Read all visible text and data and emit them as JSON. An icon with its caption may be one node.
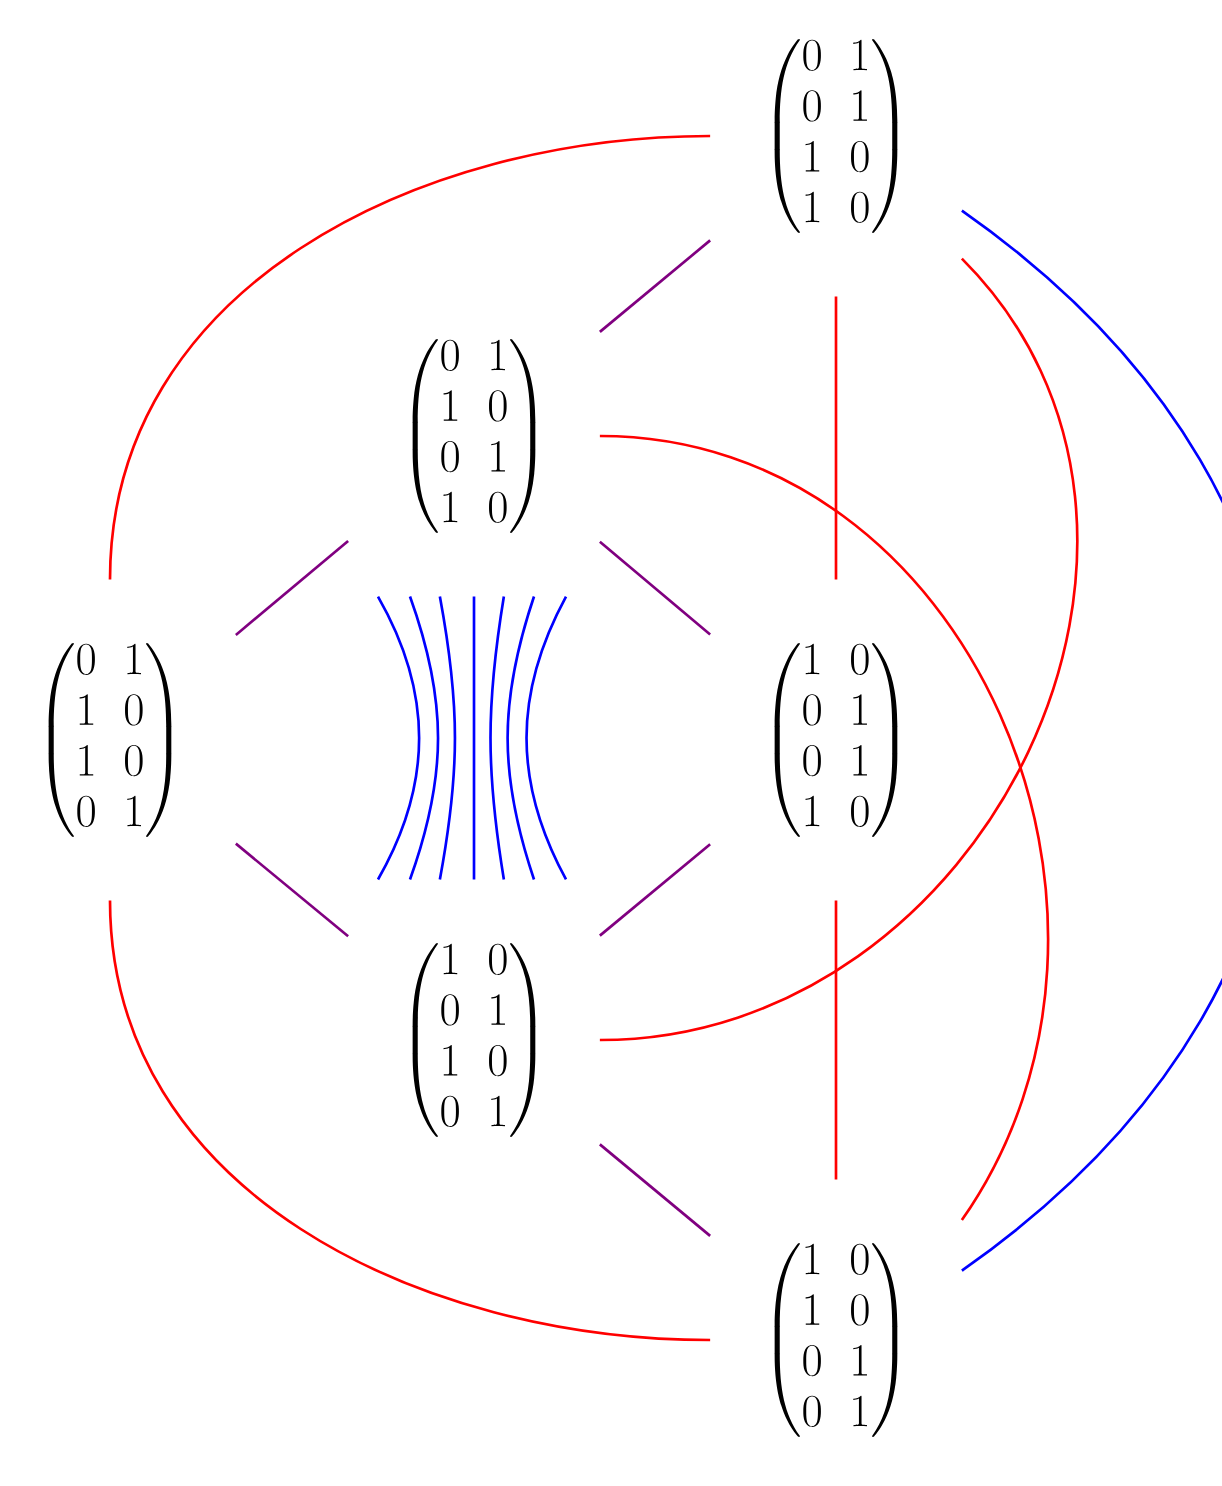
{
  "diagram": {
    "nodes": [
      {
        "text": [
          "\\begin{pmatrix}0 & 1\\\\ 0 & 1\\\\ 1 & 0\\\\ 1 & 0\\end{pmatrix}"
        ]
      },
      {
        "text": [
          "\\begin{pmatrix}0 & 1\\\\ 1 & 0\\\\ 0 & 1\\\\ 1 & 0\\end{pmatrix}"
        ]
      },
      {
        "text": [
          "\\begin{pmatrix}0 & 1\\\\ 1 & 0\\\\ 1 & 0\\\\ 0 & 1\\end{pmatrix}"
        ]
      },
      {
        "text": [
          "\\begin{pmatrix}1 & 0\\\\ 0 & 1\\\\ 0 & 1\\\\ 1 & 0\\end{pmatrix}"
        ]
      },
      {
        "text": [
          "\\begin{pmatrix}1 & 0\\\\ 0 & 1\\\\ 1 & 0\\\\ 0 & 1\\end{pmatrix}"
        ]
      },
      {
        "text": [
          "\\begin{pmatrix}1 & 0\\\\ 1 & 0\\\\ 0 & 1\\\\ 0 & 1\\end{pmatrix}"
        ]
      }
    ],
    "edges": [
      {
        "from": 0,
        "to": 1,
        "arrow": "none",
        "color": "#800080"
      },
      {
        "from": 1,
        "to": 2,
        "arrow": "none",
        "color": "#800080"
      },
      {
        "from": 1,
        "to": 3,
        "arrow": "none",
        "color": "#800080"
      },
      {
        "from": 2,
        "to": 4,
        "arrow": "none",
        "color": "#800080"
      },
      {
        "from": 4,
        "to": 3,
        "arrow": "none",
        "color": "#800080"
      },
      {
        "from": 4,
        "to": 5,
        "arrow": "none",
        "color": "#800080"
      },
      {
        "from": 0,
        "to": 2,
        "arrow": "none",
        "color": "#ff0000"
      },
      {
        "from": 0,
        "to": 3,
        "arrow": "none",
        "color": "#ff0000"
      },
      {
        "from": 3,
        "to": 5,
        "arrow": "none",
        "color": "#ff0000"
      },
      {
        "from": 2,
        "to": 5,
        "arrow": "none",
        "color": "#ff0000"
      },
      {
        "from": 1,
        "to": 5,
        "arrow": "none",
        "color": "#ff0000"
      },
      {
        "from": 0,
        "to": 4,
        "arrow": "none",
        "color": "#ff0000"
      },
      {
        "from": 0,
        "to": 5,
        "arrow": "none"
      },
      {
        "from": 1,
        "to": 4,
        "arrow": "none"
      },
      {
        "from": 1,
        "to": 4,
        "arrow": "none"
      },
      {
        "from": 1,
        "to": 4,
        "arrow": "none"
      },
      {
        "from": 1,
        "to": 4,
        "arrow": "none"
      },
      {
        "from": 1,
        "to": 4,
        "arrow": "none"
      },
      {
        "from": 1,
        "to": 4,
        "arrow": "none"
      },
      {
        "from": 1,
        "to": 4,
        "arrow": "none"
      }
    ]
  }
}
